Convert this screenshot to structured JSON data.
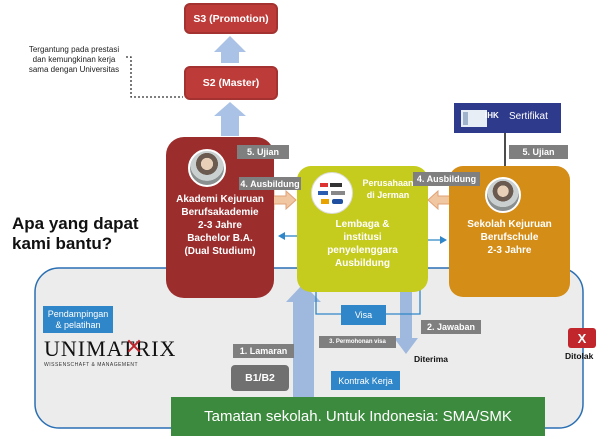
{
  "s3_label": "S3 (Promotion)",
  "s2_label": "S2 (Master)",
  "note": [
    "Tergantung pada prestasi",
    "dan kemungkinan kerja",
    "sama dengan Universitas"
  ],
  "question": [
    "Apa yang dapat",
    "kami bantu?"
  ],
  "akademi": {
    "lines": [
      "Akademi Kejuruan",
      "Berufsakademie",
      "2-3 Jahre",
      "Bachelor B.A.",
      "(Dual Studium)"
    ]
  },
  "center": {
    "company": [
      "Perusahaan",
      "di Jerman"
    ],
    "lines": [
      "Lembaga &",
      "institusi",
      "penyelenggara",
      "Ausbildung"
    ]
  },
  "sekolah": {
    "lines": [
      "Sekolah Kejuruan",
      "Berufschule",
      "2-3 Jahre"
    ]
  },
  "ujian_left": "5. Ujian",
  "ujian_right": "5. Ujian",
  "ausbildung_left": "4. Ausbildung",
  "ausbildung_right": "4. Ausbildung",
  "ihk": "IHK",
  "sertifikat": "Sertifikat",
  "pendampingan": [
    "Pendampingan",
    "& pelatihan"
  ],
  "logo": {
    "name": "UNIMATRIX",
    "sub": "WISSENSCHAFT & MANAGEMENT"
  },
  "lamaran": "1. Lamaran",
  "b1b2": "B1/B2",
  "visa": "Visa",
  "permohonan_visa": "3. Permohonan visa",
  "jawaban": "2. Jawaban",
  "diterima": "Diterima",
  "kontrak": "Kontrak Kerja",
  "ditolak": "Ditolak",
  "ditolak_mark": "X",
  "tamatan": "Tamatan sekolah. Untuk Indonesia: SMA/SMK",
  "colors": {
    "red_box": "#bd3c3a",
    "yellow_box": "#c6cc1e",
    "orange_box": "#d48d17",
    "green_bar": "#3c8a3e",
    "blue_label": "#2f86c8",
    "light_arrow": "#9fb9de"
  }
}
